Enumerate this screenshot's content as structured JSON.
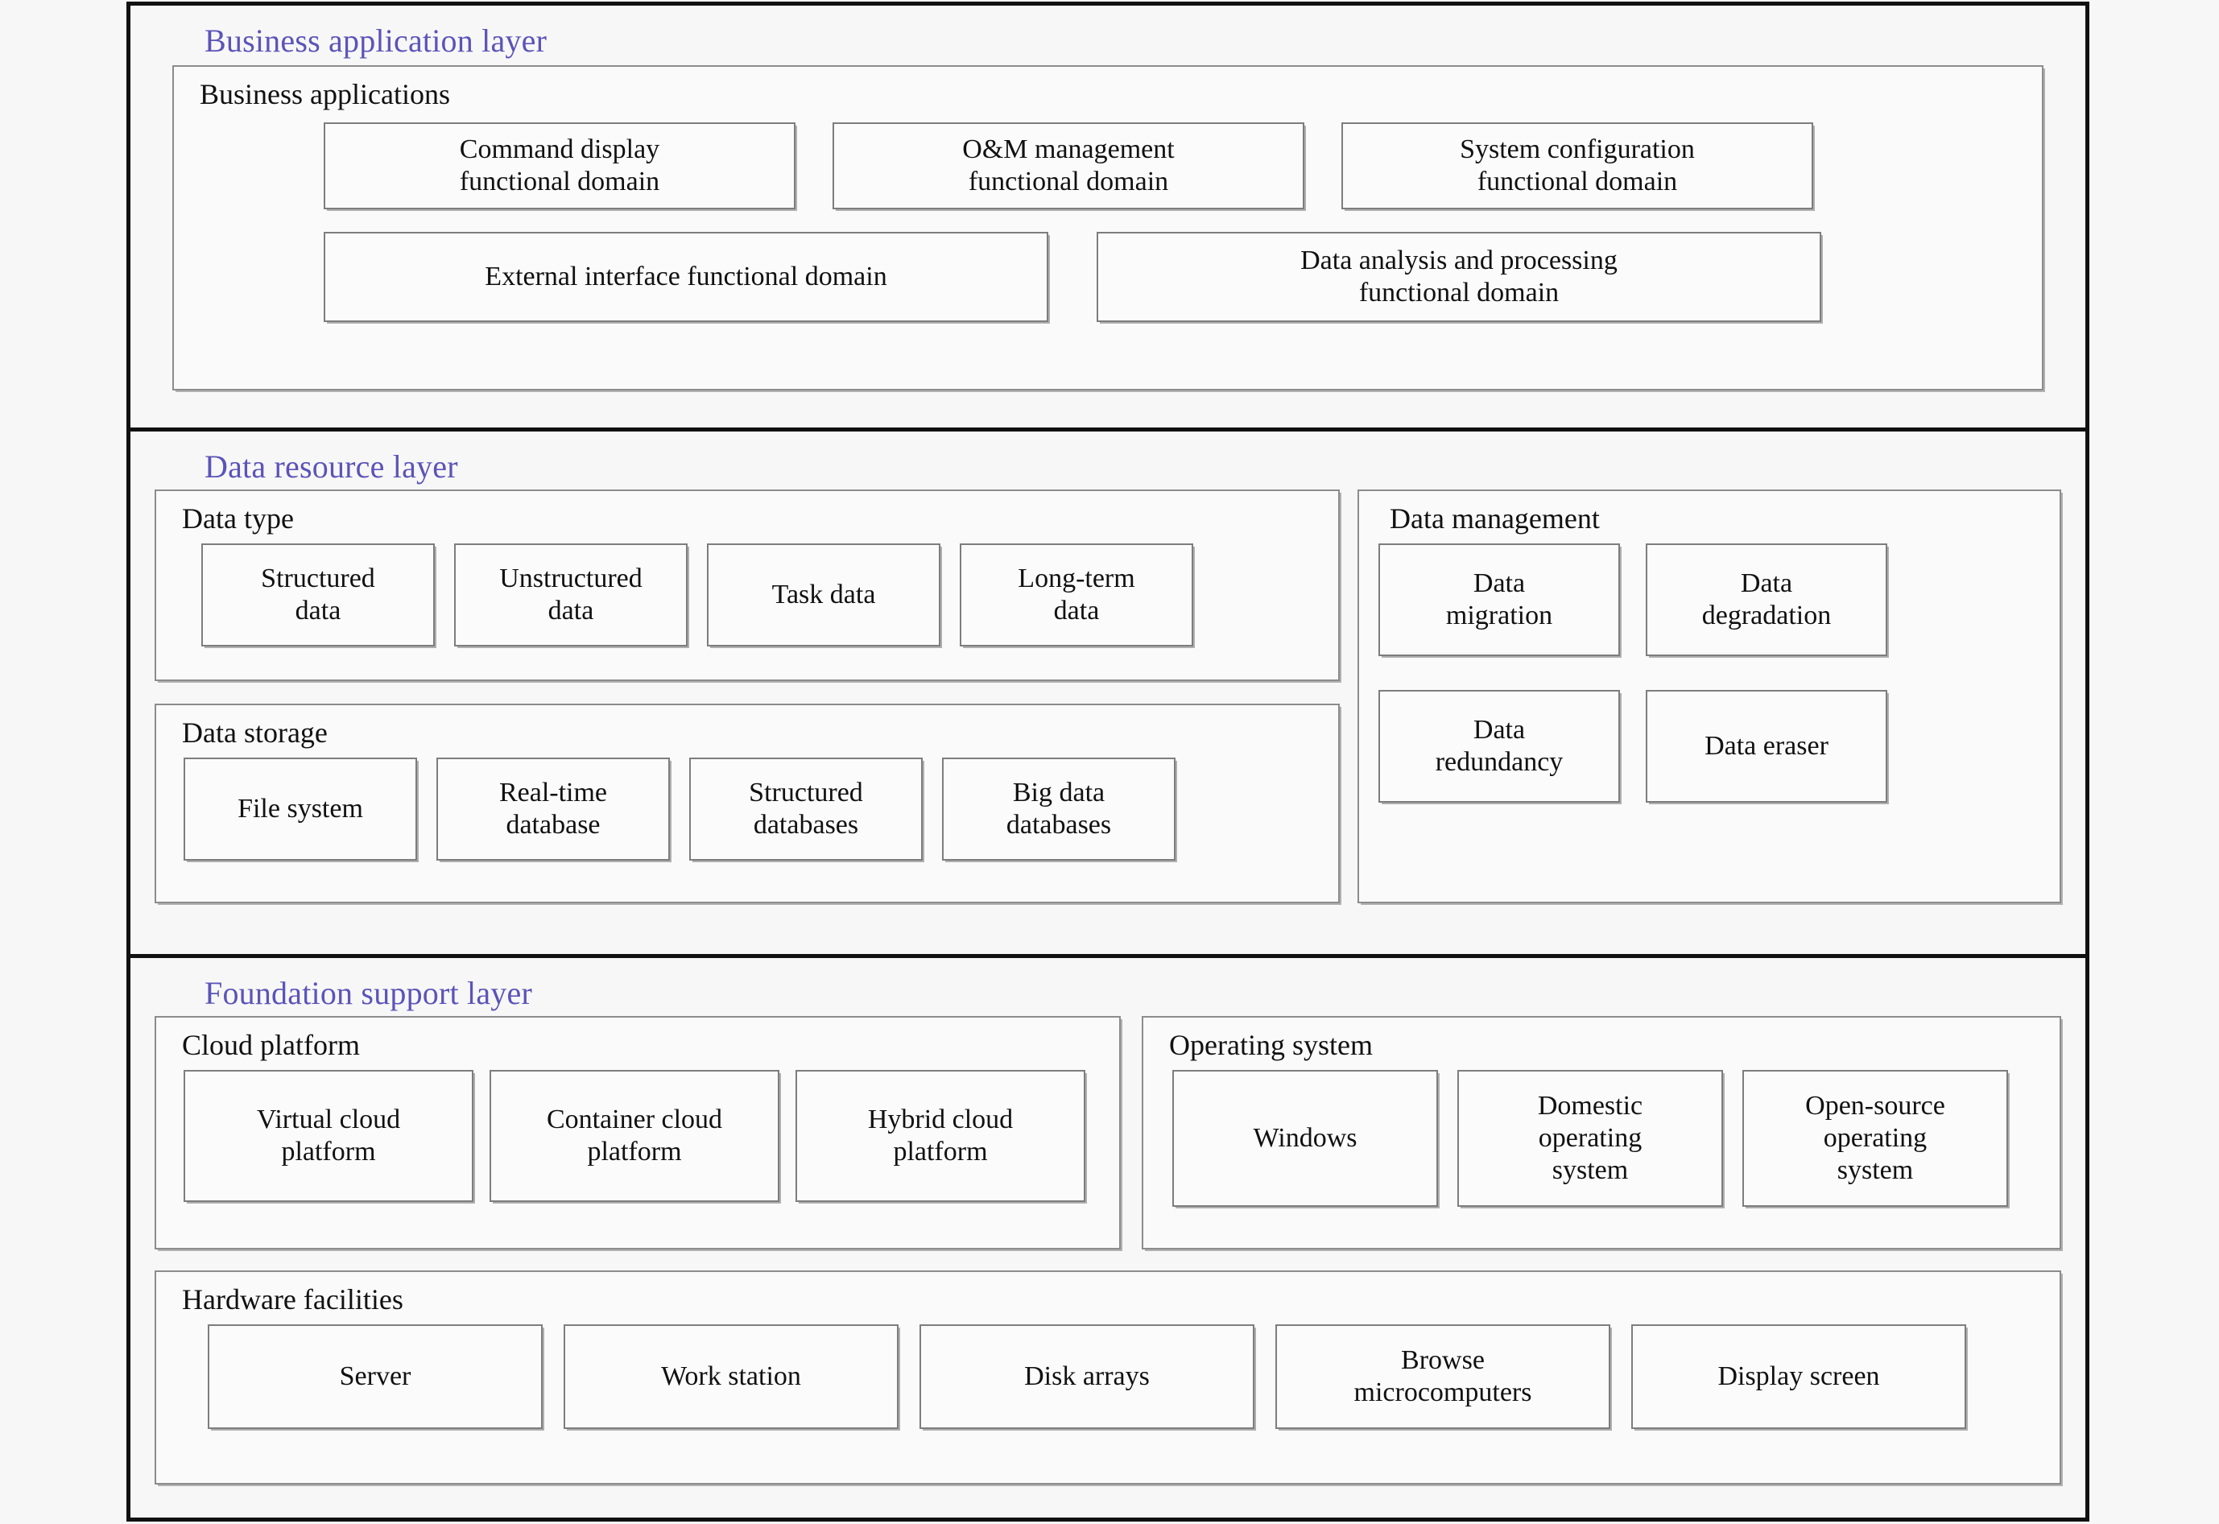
{
  "diagram": {
    "title_color": "#5b54b8",
    "box_border_color": "#7d7d7d",
    "frame_color": "#111111",
    "background": "#f7f7f7"
  },
  "layers": [
    {
      "id": "business",
      "title": "Business application layer",
      "panels": [
        {
          "id": "business-applications",
          "title": "Business applications",
          "row1": [
            "Command display\nfunctional domain",
            "O&M management\nfunctional domain",
            "System configuration\nfunctional domain"
          ],
          "row2": [
            "External interface functional domain",
            "Data analysis and processing\nfunctional domain"
          ]
        }
      ]
    },
    {
      "id": "data-resource",
      "title": "Data resource layer",
      "panels": [
        {
          "id": "data-type",
          "title": "Data type",
          "items": [
            "Structured\ndata",
            "Unstructured\ndata",
            "Task data",
            "Long-term\ndata"
          ]
        },
        {
          "id": "data-storage",
          "title": "Data storage",
          "items": [
            "File system",
            "Real-time\ndatabase",
            "Structured\ndatabases",
            "Big data\ndatabases"
          ]
        },
        {
          "id": "data-management",
          "title": "Data management",
          "row1": [
            "Data\nmigration",
            "Data\ndegradation"
          ],
          "row2": [
            "Data\nredundancy",
            "Data eraser"
          ]
        }
      ]
    },
    {
      "id": "foundation-support",
      "title": "Foundation support layer",
      "panels": [
        {
          "id": "cloud-platform",
          "title": "Cloud platform",
          "items": [
            "Virtual cloud\nplatform",
            "Container cloud\nplatform",
            "Hybrid cloud\nplatform"
          ]
        },
        {
          "id": "operating-system",
          "title": "Operating system",
          "items": [
            "Windows",
            "Domestic\noperating\nsystem",
            "Open-source\noperating\nsystem"
          ]
        },
        {
          "id": "hardware-facilities",
          "title": "Hardware facilities",
          "items": [
            "Server",
            "Work station",
            "Disk arrays",
            "Browse\nmicrocomputers",
            "Display screen"
          ]
        }
      ]
    }
  ]
}
